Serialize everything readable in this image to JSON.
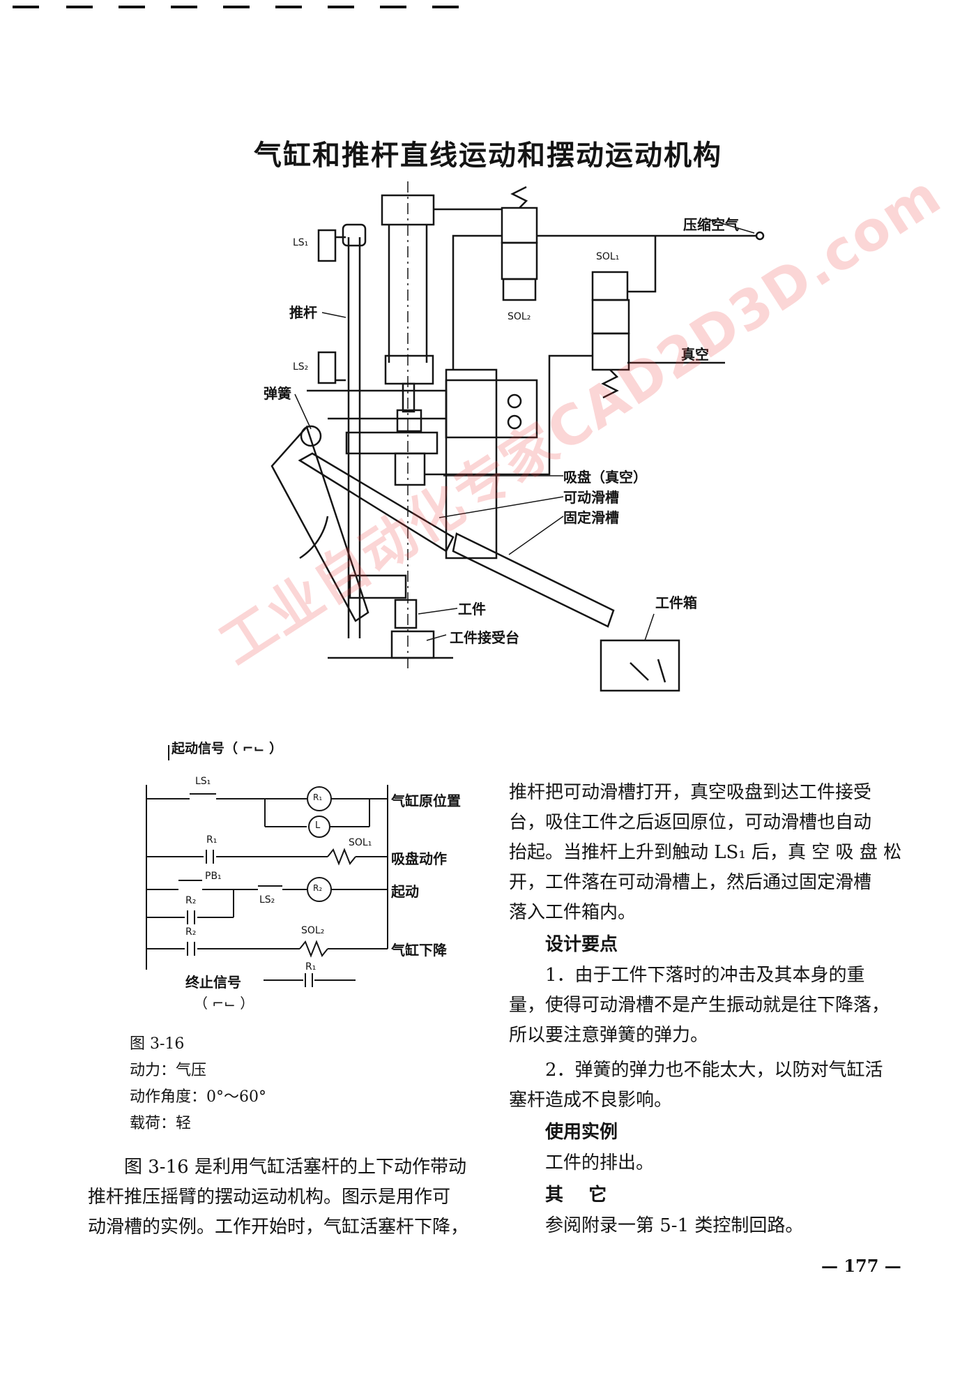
{
  "title": "气缸和推杆直线运动和摆动运动机构",
  "diagram": {
    "compressed_air": "压缩空气",
    "sol1": "SOL₁",
    "sol2": "SOL₂",
    "ls1": "LS₁",
    "ls2": "LS₂",
    "push_rod": "推杆",
    "spring": "弹簧",
    "vacuum": "真空",
    "suction_cup": "吸盘（真空）",
    "movable_chute": "可动滑槽",
    "fixed_chute": "固定滑槽",
    "workpiece": "工件",
    "receiving_table": "工件接受台",
    "workpiece_box": "工件箱"
  },
  "circuit": {
    "start_signal": "起动信号（ ⌐⌙ ）",
    "ls1": "LS₁",
    "r1_coil": "R₁",
    "lamp": "L",
    "r1_contact": "R₁",
    "sol1": "SOL₁",
    "pb1": "PB₁",
    "ls2": "LS₂",
    "r2_coil": "R₂",
    "r2_contact_a": "R₂",
    "r2_contact_b": "R₂",
    "sol2": "SOL₂",
    "out_home": "气缸原位置",
    "out_suction": "吸盘动作",
    "out_start": "起动",
    "out_down": "气缸下降",
    "stop_signal": "终止信号",
    "stop_r1": "R₁",
    "stop_signal_wave": "（ ⌐⌙ ）"
  },
  "specs": {
    "figure": "图 3-16",
    "power": "动力：气压",
    "angle": "动作角度：0°～60°",
    "load": "载荷：轻"
  },
  "left_text": [
    "图 3-16 是利用气缸活塞杆的上下动作带动",
    "推杆推压摇臂的摆动运动机构。图示是用作可",
    "动滑槽的实例。工作开始时，气缸活塞杆下降，"
  ],
  "right_text": [
    "推杆把可动滑槽打开，真空吸盘到达工件接受",
    "台，吸住工件之后返回原位，可动滑槽也自动",
    "抬起。当推杆上升到触动 LS₁ 后，真 空 吸 盘 松",
    "开，工件落在可动滑槽上，然后通过固定滑槽",
    "落入工件箱内。"
  ],
  "design_heading": "设计要点",
  "design_points": [
    "1．由于工件下落时的冲击及其本身的重",
    "量，使得可动滑槽不是产生振动就是往下降落，",
    "所以要注意弹簧的弹力。",
    "2．弹簧的弹力也不能太大，以防对气缸活",
    "塞杆造成不良影响。"
  ],
  "usage_heading": "使用实例",
  "usage_text": "工件的排出。",
  "other_heading": "其    它",
  "other_text": "参阅附录一第 5-1 类控制回路。",
  "page_number": "— 177 —",
  "watermark": "工业自动化专家CAD2D3D.com"
}
